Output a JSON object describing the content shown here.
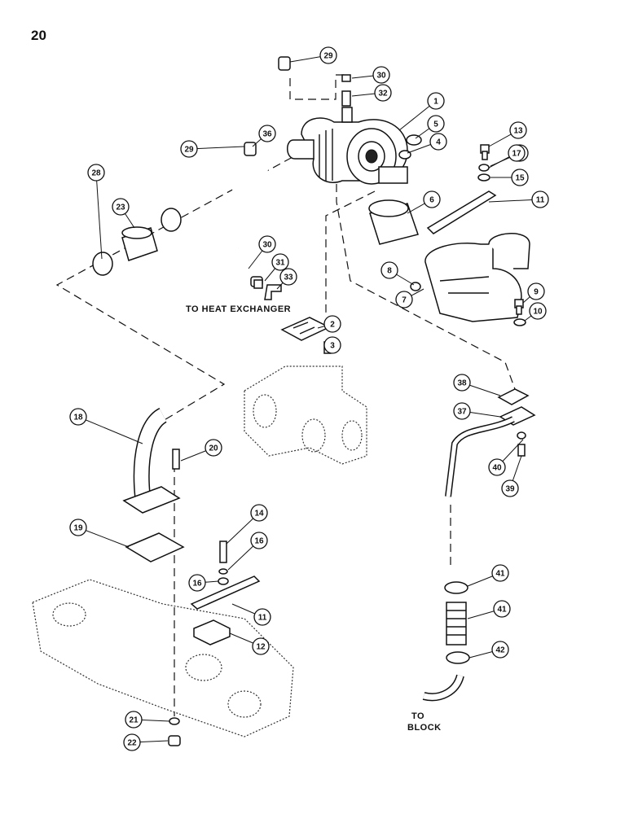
{
  "page": {
    "number": "20"
  },
  "notes": {
    "heat_exchanger": "TO HEAT EXCHANGER",
    "block_line1": "TO",
    "block_line2": "BLOCK"
  },
  "callouts": [
    "1",
    "2",
    "3",
    "4",
    "5",
    "6",
    "7",
    "8",
    "9",
    "10",
    "11",
    "11",
    "12",
    "13",
    "14",
    "15",
    "15",
    "16",
    "16",
    "17",
    "18",
    "19",
    "20",
    "21",
    "22",
    "23",
    "28",
    "29",
    "29",
    "30",
    "30",
    "31",
    "32",
    "33",
    "36",
    "37",
    "38",
    "39",
    "40",
    "41",
    "41",
    "42"
  ]
}
